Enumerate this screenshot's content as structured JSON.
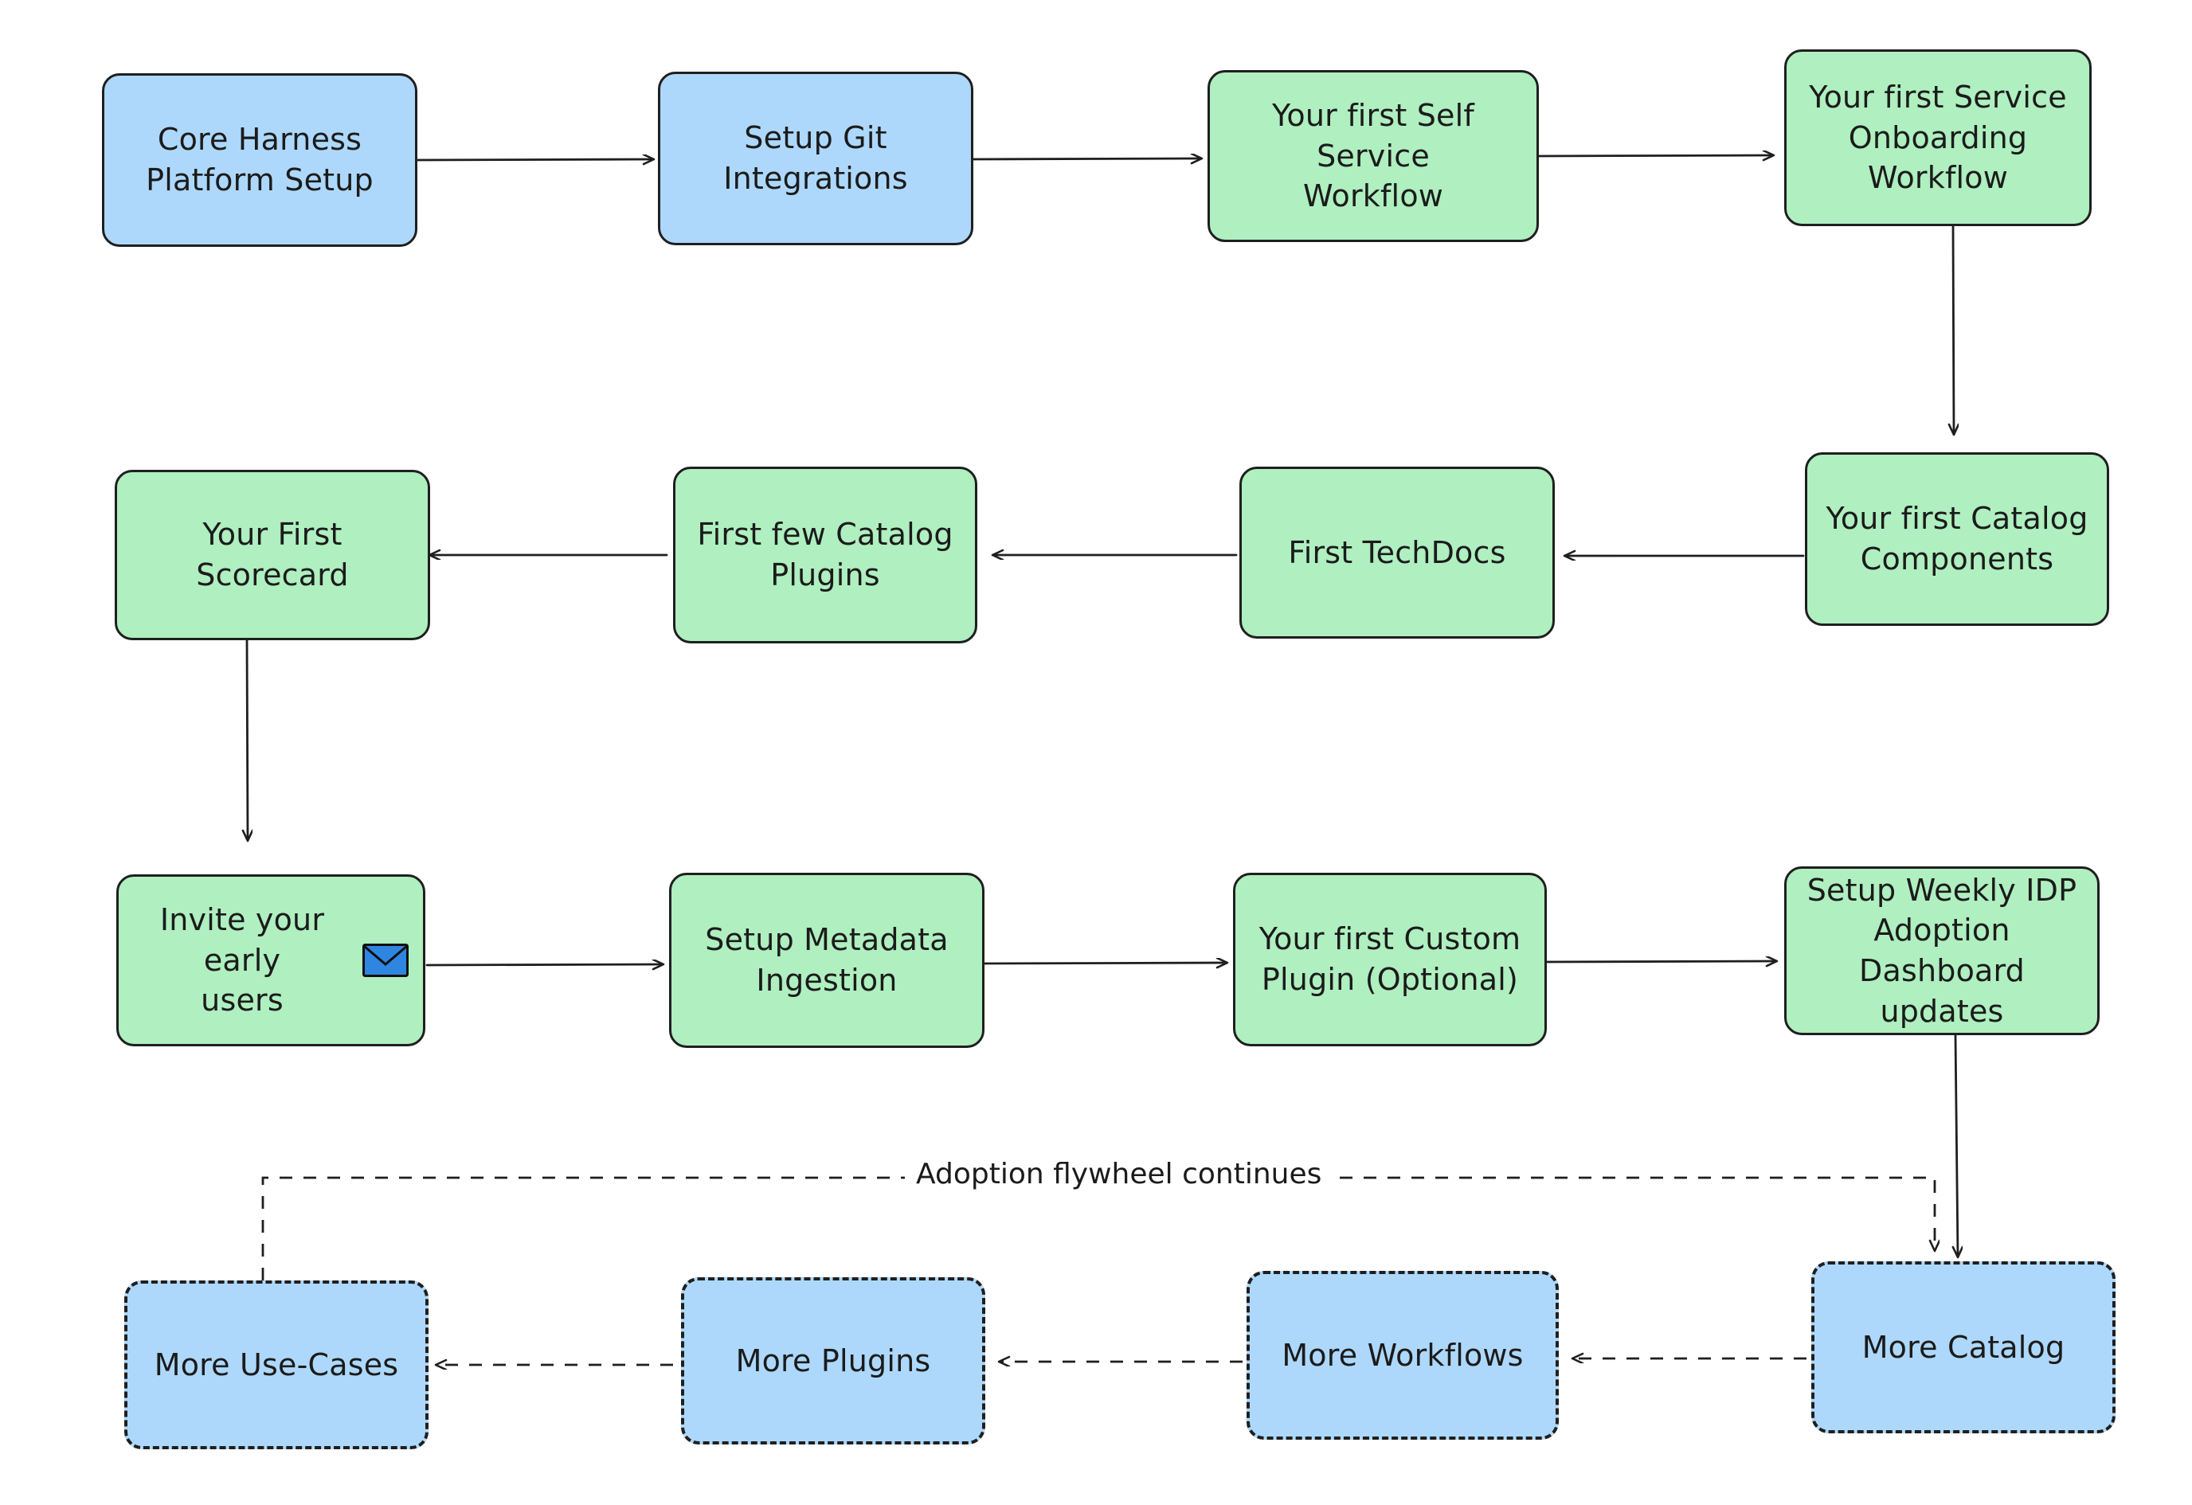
{
  "diagram": {
    "title": "Harness IDP Adoption Flywheel Flowchart",
    "colors": {
      "blue_fill": "#ADD8FB",
      "green_fill": "#AFEFC0",
      "stroke": "#1f1f1f",
      "text": "#1b1b1b",
      "background": "#ffffff"
    },
    "nodes": [
      {
        "id": "core-harness-platform-setup",
        "label": "Core Harness\nPlatform Setup",
        "color": "blue",
        "style": "solid",
        "row": 1,
        "col": 1
      },
      {
        "id": "setup-git-integrations",
        "label": "Setup Git\nIntegrations",
        "color": "blue",
        "style": "solid",
        "row": 1,
        "col": 2
      },
      {
        "id": "your-first-self-service-workflow",
        "label": "Your first Self Service\nWorkflow",
        "color": "green",
        "style": "solid",
        "row": 1,
        "col": 3
      },
      {
        "id": "your-first-service-onboarding-workflow",
        "label": "Your first Service\nOnboarding\nWorkflow",
        "color": "green",
        "style": "solid",
        "row": 1,
        "col": 4
      },
      {
        "id": "your-first-scorecard",
        "label": "Your First Scorecard",
        "color": "green",
        "style": "solid",
        "row": 2,
        "col": 1
      },
      {
        "id": "first-few-catalog-plugins",
        "label": "First few Catalog\nPlugins",
        "color": "green",
        "style": "solid",
        "row": 2,
        "col": 2
      },
      {
        "id": "first-techdocs",
        "label": "First TechDocs",
        "color": "green",
        "style": "solid",
        "row": 2,
        "col": 3
      },
      {
        "id": "your-first-catalog-components",
        "label": "Your first Catalog\nComponents",
        "color": "green",
        "style": "solid",
        "row": 2,
        "col": 4
      },
      {
        "id": "invite-your-early-users",
        "label": "Invite your early\nusers",
        "color": "green",
        "style": "solid",
        "row": 3,
        "col": 1,
        "icon": "envelope-icon"
      },
      {
        "id": "setup-metadata-ingestion",
        "label": "Setup Metadata\nIngestion",
        "color": "green",
        "style": "solid",
        "row": 3,
        "col": 2
      },
      {
        "id": "your-first-custom-plugin",
        "label": "Your first Custom\nPlugin (Optional)",
        "color": "green",
        "style": "solid",
        "row": 3,
        "col": 3
      },
      {
        "id": "setup-weekly-idp-adoption-dashboard-updates",
        "label": "Setup Weekly IDP\nAdoption Dashboard\nupdates",
        "color": "green",
        "style": "solid",
        "row": 3,
        "col": 4
      },
      {
        "id": "more-use-cases",
        "label": "More Use-Cases",
        "color": "blue",
        "style": "dashed",
        "row": 4,
        "col": 1
      },
      {
        "id": "more-plugins",
        "label": "More Plugins",
        "color": "blue",
        "style": "dashed",
        "row": 4,
        "col": 2
      },
      {
        "id": "more-workflows",
        "label": "More Workflows",
        "color": "blue",
        "style": "dashed",
        "row": 4,
        "col": 3
      },
      {
        "id": "more-catalog",
        "label": "More Catalog",
        "color": "blue",
        "style": "dashed",
        "row": 4,
        "col": 4
      }
    ],
    "edges": [
      {
        "from": "core-harness-platform-setup",
        "to": "setup-git-integrations",
        "style": "solid",
        "dir": "right",
        "label": ""
      },
      {
        "from": "setup-git-integrations",
        "to": "your-first-self-service-workflow",
        "style": "solid",
        "dir": "right",
        "label": ""
      },
      {
        "from": "your-first-self-service-workflow",
        "to": "your-first-service-onboarding-workflow",
        "style": "solid",
        "dir": "right",
        "label": ""
      },
      {
        "from": "your-first-service-onboarding-workflow",
        "to": "your-first-catalog-components",
        "style": "solid",
        "dir": "down",
        "label": ""
      },
      {
        "from": "your-first-catalog-components",
        "to": "first-techdocs",
        "style": "solid",
        "dir": "left",
        "label": ""
      },
      {
        "from": "first-techdocs",
        "to": "first-few-catalog-plugins",
        "style": "solid",
        "dir": "left",
        "label": ""
      },
      {
        "from": "first-few-catalog-plugins",
        "to": "your-first-scorecard",
        "style": "solid",
        "dir": "left",
        "label": ""
      },
      {
        "from": "your-first-scorecard",
        "to": "invite-your-early-users",
        "style": "solid",
        "dir": "down",
        "label": ""
      },
      {
        "from": "invite-your-early-users",
        "to": "setup-metadata-ingestion",
        "style": "solid",
        "dir": "right",
        "label": ""
      },
      {
        "from": "setup-metadata-ingestion",
        "to": "your-first-custom-plugin",
        "style": "solid",
        "dir": "right",
        "label": ""
      },
      {
        "from": "your-first-custom-plugin",
        "to": "setup-weekly-idp-adoption-dashboard-updates",
        "style": "solid",
        "dir": "right",
        "label": ""
      },
      {
        "from": "setup-weekly-idp-adoption-dashboard-updates",
        "to": "more-catalog",
        "style": "solid",
        "dir": "down",
        "label": ""
      },
      {
        "from": "more-catalog",
        "to": "more-workflows",
        "style": "dashed",
        "dir": "left",
        "label": ""
      },
      {
        "from": "more-workflows",
        "to": "more-plugins",
        "style": "dashed",
        "dir": "left",
        "label": ""
      },
      {
        "from": "more-plugins",
        "to": "more-use-cases",
        "style": "dashed",
        "dir": "left",
        "label": ""
      },
      {
        "from": "more-use-cases",
        "to": "more-catalog",
        "style": "dashed",
        "dir": "loop-up",
        "label": "Adoption flywheel continues"
      }
    ],
    "edge_labels": [
      {
        "id": "adoption-flywheel-continues",
        "text": "Adoption flywheel continues"
      }
    ]
  }
}
